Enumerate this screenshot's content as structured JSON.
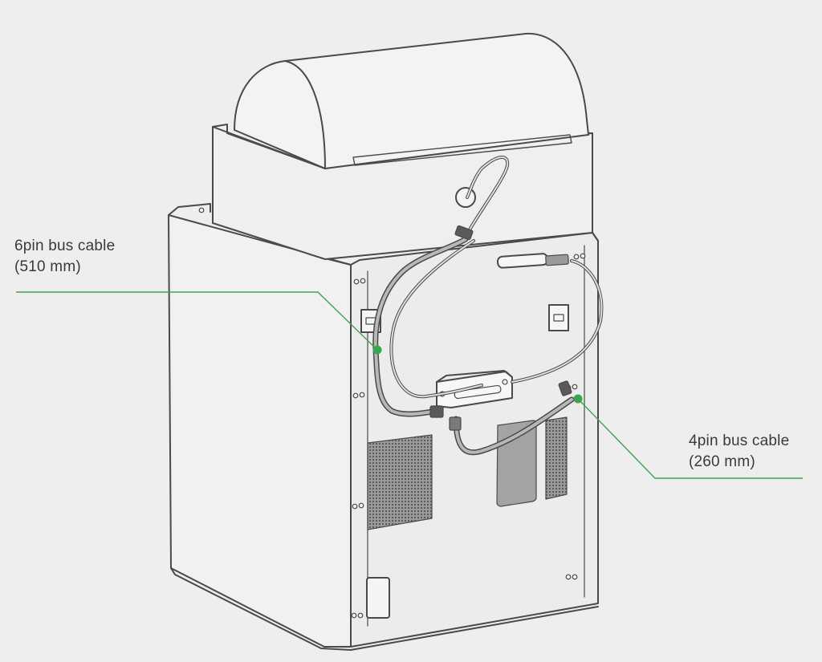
{
  "callouts": {
    "six_pin": {
      "line1": "6pin bus cable",
      "line2": "(510 mm)"
    },
    "four_pin": {
      "line1": "4pin bus cable",
      "line2": "(260 mm)"
    }
  },
  "colors": {
    "background": "#eeeeee",
    "outline": "#4a4a4a",
    "cable": "#8a8a8a",
    "vent": "#5c5c5c",
    "leader": "#3aa84a"
  }
}
